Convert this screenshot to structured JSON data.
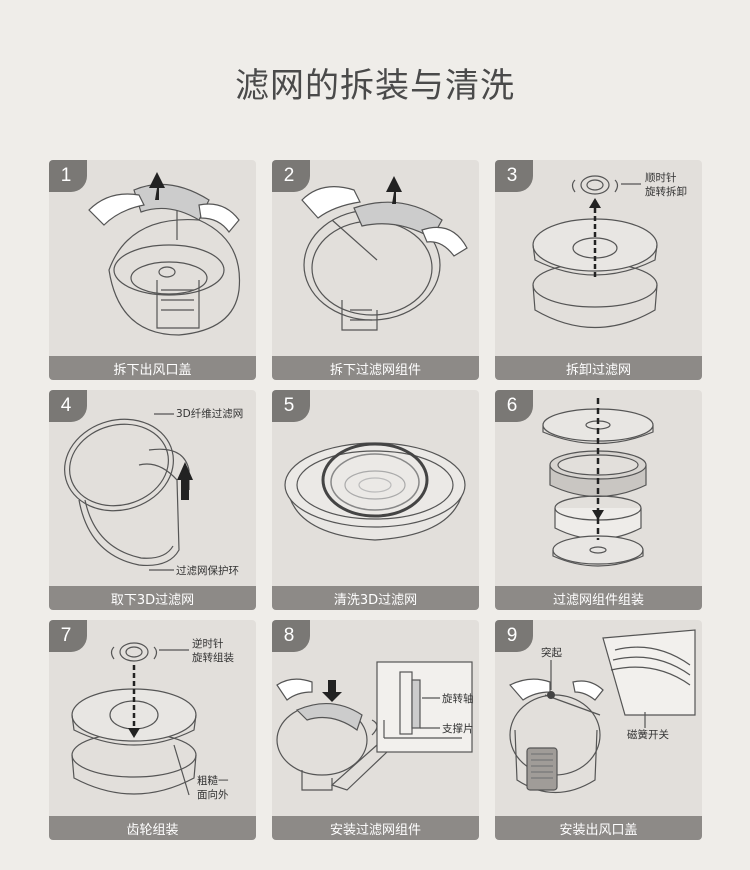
{
  "title": "滤网的拆装与清洗",
  "steps": [
    {
      "num": "1",
      "caption": "拆下出风口盖"
    },
    {
      "num": "2",
      "caption": "拆下过滤网组件"
    },
    {
      "num": "3",
      "caption": "拆卸过滤网",
      "callout_1": "顺时针",
      "callout_2": "旋转拆卸"
    },
    {
      "num": "4",
      "caption": "取下3D过滤网",
      "callout_top": "3D纤维过滤网",
      "callout_bottom": "过滤网保护环"
    },
    {
      "num": "5",
      "caption": "清洗3D过滤网"
    },
    {
      "num": "6",
      "caption": "过滤网组件组装"
    },
    {
      "num": "7",
      "caption": "齿轮组装",
      "callout_1": "逆时针",
      "callout_2": "旋转组装",
      "callout_3": "粗糙一",
      "callout_4": "面向外"
    },
    {
      "num": "8",
      "caption": "安装过滤网组件",
      "callout_top": "旋转轴",
      "callout_bottom": "支撑片"
    },
    {
      "num": "9",
      "caption": "安装出风口盖",
      "callout_top": "突起",
      "callout_bottom": "磁簧开关"
    }
  ]
}
